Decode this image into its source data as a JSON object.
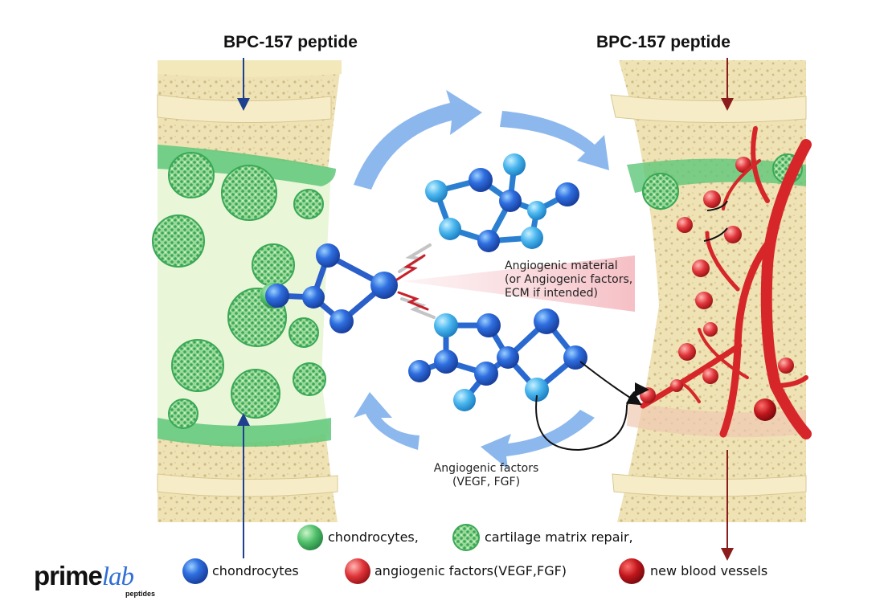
{
  "labels": {
    "left_title": "BPC-157 peptide",
    "right_title": "BPC-157 peptide",
    "angio_material": [
      "Angiogenic material",
      "(or Angiogenic factors,",
      "ECM if intended)"
    ],
    "angio_factors": [
      "Angiogenic factors",
      "(VEGF, FGF)"
    ]
  },
  "legend": {
    "row1": [
      {
        "icon": "green-sphere-icon",
        "text": "chondrocytes,"
      },
      {
        "icon": "textured-green-sphere-icon",
        "text": "cartilage matrix repair,"
      }
    ],
    "row2": [
      {
        "icon": "blue-sphere-icon",
        "text": "chondrocytes"
      },
      {
        "icon": "light-red-sphere-icon",
        "text": "angiogenic factors(VEGF,FGF)"
      },
      {
        "icon": "dark-red-sphere-icon",
        "text": "new blood vessels"
      }
    ]
  },
  "brand": {
    "logo_main": "prime",
    "logo_accent": "lab",
    "logo_sub": "peptides"
  },
  "colors": {
    "cartilage_green": "#4fbf6a",
    "bone_cream": "#f4eccb",
    "molecule_blue": "#2f6fe0",
    "molecule_light_blue": "#4ab6ee",
    "vessel_red": "#d6262a",
    "arrow_blue": "#7fb0ec",
    "pointer_navy": "#1f3f8f",
    "pointer_maroon": "#8a1c1c"
  }
}
